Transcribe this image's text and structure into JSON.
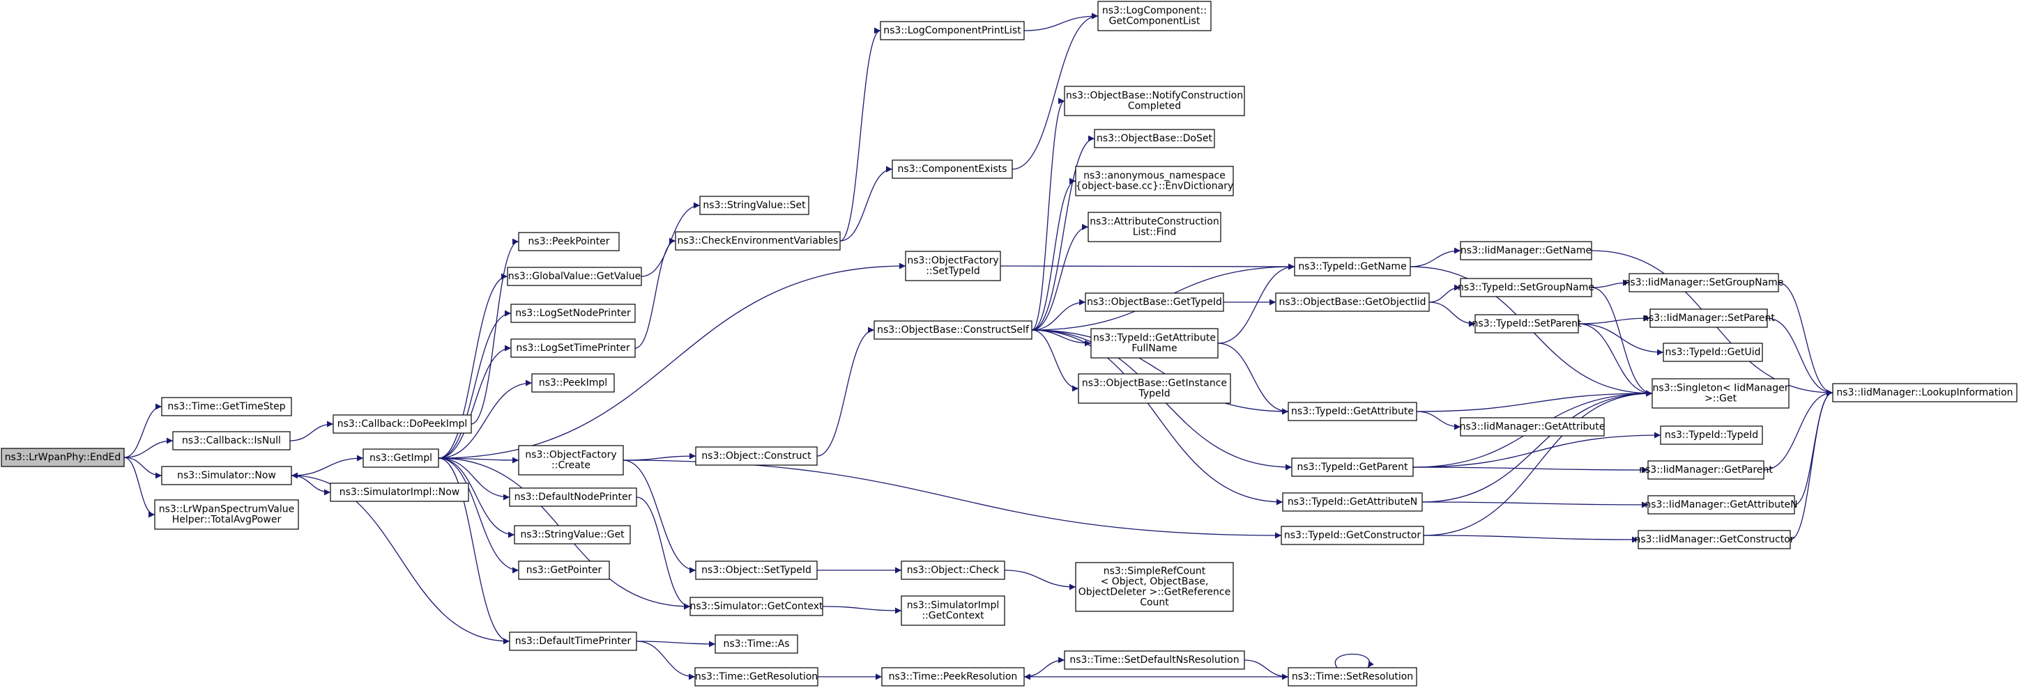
{
  "root": "ns3::LrWpanPhy::EndEd",
  "nodes": [
    {
      "id": "root",
      "lines": [
        "ns3::LrWpanPhy::EndEd"
      ]
    },
    {
      "id": "getTimeStep",
      "lines": [
        "ns3::Time::GetTimeStep"
      ]
    },
    {
      "id": "cbIsNull",
      "lines": [
        "ns3::Callback::IsNull"
      ]
    },
    {
      "id": "simNow",
      "lines": [
        "ns3::Simulator::Now"
      ]
    },
    {
      "id": "totalAvgPower",
      "lines": [
        "ns3::LrWpanSpectrumValue",
        "Helper::TotalAvgPower"
      ]
    },
    {
      "id": "doPeekImpl",
      "lines": [
        "ns3::Callback::DoPeekImpl"
      ]
    },
    {
      "id": "getImpl",
      "lines": [
        "ns3::GetImpl"
      ]
    },
    {
      "id": "simImplNow",
      "lines": [
        "ns3::SimulatorImpl::Now"
      ]
    },
    {
      "id": "peekPointer",
      "lines": [
        "ns3::PeekPointer"
      ]
    },
    {
      "id": "gvGetValue",
      "lines": [
        "ns3::GlobalValue::GetValue"
      ]
    },
    {
      "id": "logSetNodePrinter",
      "lines": [
        "ns3::LogSetNodePrinter"
      ]
    },
    {
      "id": "logSetTimePrinter",
      "lines": [
        "ns3::LogSetTimePrinter"
      ]
    },
    {
      "id": "peekImpl",
      "lines": [
        "ns3::PeekImpl"
      ]
    },
    {
      "id": "ofCreate",
      "lines": [
        "ns3::ObjectFactory",
        "::Create"
      ]
    },
    {
      "id": "defaultNodePrinter",
      "lines": [
        "ns3::DefaultNodePrinter"
      ]
    },
    {
      "id": "svGet",
      "lines": [
        "ns3::StringValue::Get"
      ]
    },
    {
      "id": "getPointer",
      "lines": [
        "ns3::GetPointer"
      ]
    },
    {
      "id": "defaultTimePrinter",
      "lines": [
        "ns3::DefaultTimePrinter"
      ]
    },
    {
      "id": "svSet",
      "lines": [
        "ns3::StringValue::Set"
      ]
    },
    {
      "id": "checkEnv",
      "lines": [
        "ns3::CheckEnvironmentVariables"
      ]
    },
    {
      "id": "objConstruct",
      "lines": [
        "ns3::Object::Construct"
      ]
    },
    {
      "id": "objSetTypeId",
      "lines": [
        "ns3::Object::SetTypeId"
      ]
    },
    {
      "id": "simGetContext",
      "lines": [
        "ns3::Simulator::GetContext"
      ]
    },
    {
      "id": "timeAs",
      "lines": [
        "ns3::Time::As"
      ]
    },
    {
      "id": "timeGetRes",
      "lines": [
        "ns3::Time::GetResolution"
      ]
    },
    {
      "id": "logCompPrintList",
      "lines": [
        "ns3::LogComponentPrintList"
      ]
    },
    {
      "id": "compExists",
      "lines": [
        "ns3::ComponentExists"
      ]
    },
    {
      "id": "ofSetTypeId",
      "lines": [
        "ns3::ObjectFactory",
        "::SetTypeId"
      ]
    },
    {
      "id": "obConstructSelf",
      "lines": [
        "ns3::ObjectBase::ConstructSelf"
      ]
    },
    {
      "id": "objCheck",
      "lines": [
        "ns3::Object::Check"
      ]
    },
    {
      "id": "simImplGetContext",
      "lines": [
        "ns3::SimulatorImpl",
        "::GetContext"
      ]
    },
    {
      "id": "timePeekRes",
      "lines": [
        "ns3::Time::PeekResolution"
      ]
    },
    {
      "id": "logCompGetList",
      "lines": [
        "ns3::LogComponent::",
        "GetComponentList"
      ]
    },
    {
      "id": "obNotify",
      "lines": [
        "ns3::ObjectBase::NotifyConstruction",
        "Completed"
      ]
    },
    {
      "id": "obDoSet",
      "lines": [
        "ns3::ObjectBase::DoSet"
      ]
    },
    {
      "id": "envDict",
      "lines": [
        "ns3::anonymous_namespace",
        "{object-base.cc}::EnvDictionary"
      ]
    },
    {
      "id": "acListFind",
      "lines": [
        "ns3::AttributeConstruction",
        "List::Find"
      ]
    },
    {
      "id": "obGetTypeId",
      "lines": [
        "ns3::ObjectBase::GetTypeId"
      ]
    },
    {
      "id": "tidGetAttrFullName",
      "lines": [
        "ns3::TypeId::GetAttribute",
        "FullName"
      ]
    },
    {
      "id": "obGetInstanceTypeId",
      "lines": [
        "ns3::ObjectBase::GetInstance",
        "TypeId"
      ]
    },
    {
      "id": "simpleRefCount",
      "lines": [
        "ns3::SimpleRefCount",
        "< Object, ObjectBase,",
        "ObjectDeleter >::GetReference",
        "Count"
      ]
    },
    {
      "id": "timeSetDefaultNsRes",
      "lines": [
        "ns3::Time::SetDefaultNsResolution"
      ]
    },
    {
      "id": "tidGetName",
      "lines": [
        "ns3::TypeId::GetName"
      ]
    },
    {
      "id": "obGetObjectTid",
      "lines": [
        "ns3::ObjectBase::GetObjectIid"
      ]
    },
    {
      "id": "tidGetAttribute",
      "lines": [
        "ns3::TypeId::GetAttribute"
      ]
    },
    {
      "id": "tidGetParent",
      "lines": [
        "ns3::TypeId::GetParent"
      ]
    },
    {
      "id": "tidGetAttributeN",
      "lines": [
        "ns3::TypeId::GetAttributeN"
      ]
    },
    {
      "id": "tidGetConstructor",
      "lines": [
        "ns3::TypeId::GetConstructor"
      ]
    },
    {
      "id": "timeSetRes",
      "lines": [
        "ns3::Time::SetResolution"
      ]
    },
    {
      "id": "iidGetName",
      "lines": [
        "ns3::IidManager::GetName"
      ]
    },
    {
      "id": "tidSetGroupName",
      "lines": [
        "ns3::TypeId::SetGroupName"
      ]
    },
    {
      "id": "tidSetParent",
      "lines": [
        "ns3::TypeId::SetParent"
      ]
    },
    {
      "id": "iidGetAttribute",
      "lines": [
        "ns3::IidManager::GetAttribute"
      ]
    },
    {
      "id": "tidTypeId",
      "lines": [
        "ns3::TypeId::TypeId"
      ]
    },
    {
      "id": "iidGetParent",
      "lines": [
        "ns3::IidManager::GetParent"
      ]
    },
    {
      "id": "iidGetAttributeN",
      "lines": [
        "ns3::IidManager::GetAttributeN"
      ]
    },
    {
      "id": "iidGetConstructor",
      "lines": [
        "ns3::IidManager::GetConstructor"
      ]
    },
    {
      "id": "iidSetGroupName",
      "lines": [
        "ns3::IidManager::SetGroupName"
      ]
    },
    {
      "id": "iidSetParent",
      "lines": [
        "ns3::IidManager::SetParent"
      ]
    },
    {
      "id": "tidGetUid",
      "lines": [
        "ns3::TypeId::GetUid"
      ]
    },
    {
      "id": "singletonGet",
      "lines": [
        "ns3::Singleton< IidManager",
        ">::Get"
      ]
    },
    {
      "id": "iidLookup",
      "lines": [
        "ns3::IidManager::LookupInformation"
      ]
    }
  ],
  "edges": [
    [
      "root",
      "getTimeStep"
    ],
    [
      "root",
      "cbIsNull"
    ],
    [
      "root",
      "simNow"
    ],
    [
      "root",
      "totalAvgPower"
    ],
    [
      "cbIsNull",
      "doPeekImpl"
    ],
    [
      "doPeekImpl",
      "peekPointer"
    ],
    [
      "simNow",
      "getImpl"
    ],
    [
      "simNow",
      "simImplNow"
    ],
    [
      "getImpl",
      "gvGetValue"
    ],
    [
      "getImpl",
      "logSetNodePrinter"
    ],
    [
      "getImpl",
      "logSetTimePrinter"
    ],
    [
      "getImpl",
      "peekImpl"
    ],
    [
      "getImpl",
      "ofCreate"
    ],
    [
      "getImpl",
      "defaultNodePrinter"
    ],
    [
      "getImpl",
      "svGet"
    ],
    [
      "getImpl",
      "getPointer"
    ],
    [
      "getImpl",
      "defaultTimePrinter"
    ],
    [
      "getImpl",
      "ofSetTypeId"
    ],
    [
      "getImpl",
      "simGetContext"
    ],
    [
      "gvGetValue",
      "svSet"
    ],
    [
      "logSetTimePrinter",
      "checkEnv"
    ],
    [
      "checkEnv",
      "logCompPrintList"
    ],
    [
      "checkEnv",
      "compExists"
    ],
    [
      "logCompPrintList",
      "logCompGetList"
    ],
    [
      "compExists",
      "logCompGetList"
    ],
    [
      "ofCreate",
      "objConstruct"
    ],
    [
      "ofCreate",
      "objSetTypeId"
    ],
    [
      "ofCreate",
      "tidGetConstructor"
    ],
    [
      "defaultNodePrinter",
      "simGetContext"
    ],
    [
      "defaultTimePrinter",
      "simNow"
    ],
    [
      "defaultTimePrinter",
      "timeAs"
    ],
    [
      "defaultTimePrinter",
      "timeGetRes"
    ],
    [
      "objConstruct",
      "obConstructSelf"
    ],
    [
      "objSetTypeId",
      "objCheck"
    ],
    [
      "objCheck",
      "simpleRefCount"
    ],
    [
      "simGetContext",
      "simImplGetContext"
    ],
    [
      "timeGetRes",
      "timePeekRes"
    ],
    [
      "ofSetTypeId",
      "tidGetName"
    ],
    [
      "obConstructSelf",
      "obNotify"
    ],
    [
      "obConstructSelf",
      "obDoSet"
    ],
    [
      "obConstructSelf",
      "envDict"
    ],
    [
      "obConstructSelf",
      "acListFind"
    ],
    [
      "obConstructSelf",
      "obGetTypeId"
    ],
    [
      "obConstructSelf",
      "tidGetAttrFullName"
    ],
    [
      "obConstructSelf",
      "obGetInstanceTypeId"
    ],
    [
      "obConstructSelf",
      "tidGetName"
    ],
    [
      "obConstructSelf",
      "tidGetAttribute"
    ],
    [
      "obConstructSelf",
      "tidGetParent"
    ],
    [
      "obConstructSelf",
      "tidGetAttributeN"
    ],
    [
      "obGetTypeId",
      "obGetObjectTid"
    ],
    [
      "tidGetAttrFullName",
      "tidGetName"
    ],
    [
      "tidGetAttrFullName",
      "tidGetAttribute"
    ],
    [
      "obGetObjectTid",
      "tidSetGroupName"
    ],
    [
      "obGetObjectTid",
      "tidSetParent"
    ],
    [
      "tidGetName",
      "iidGetName"
    ],
    [
      "tidGetName",
      "singletonGet"
    ],
    [
      "tidSetGroupName",
      "iidSetGroupName"
    ],
    [
      "tidSetGroupName",
      "singletonGet"
    ],
    [
      "tidSetParent",
      "iidSetParent"
    ],
    [
      "tidSetParent",
      "tidGetUid"
    ],
    [
      "tidSetParent",
      "singletonGet"
    ],
    [
      "tidGetAttribute",
      "singletonGet"
    ],
    [
      "tidGetAttribute",
      "iidGetAttribute"
    ],
    [
      "tidGetParent",
      "tidTypeId"
    ],
    [
      "tidGetParent",
      "iidGetParent"
    ],
    [
      "tidGetParent",
      "singletonGet"
    ],
    [
      "tidGetAttributeN",
      "iidGetAttributeN"
    ],
    [
      "tidGetAttributeN",
      "singletonGet"
    ],
    [
      "tidGetConstructor",
      "iidGetConstructor"
    ],
    [
      "tidGetConstructor",
      "singletonGet"
    ],
    [
      "iidGetName",
      "iidLookup"
    ],
    [
      "iidSetGroupName",
      "iidLookup"
    ],
    [
      "iidSetParent",
      "iidLookup"
    ],
    [
      "iidGetParent",
      "iidLookup"
    ],
    [
      "iidGetAttributeN",
      "iidLookup"
    ],
    [
      "iidGetConstructor",
      "iidLookup"
    ],
    [
      "timePeekRes",
      "timeSetDefaultNsRes"
    ],
    [
      "timeSetDefaultNsRes",
      "timeSetRes"
    ],
    [
      "timeSetRes",
      "timePeekRes"
    ],
    [
      "timeSetRes",
      "timeSetRes"
    ]
  ],
  "colors": {
    "edge": "#191970",
    "root_fill": "#bfbfbf",
    "node_fill": "#ffffff",
    "border": "#000000"
  }
}
